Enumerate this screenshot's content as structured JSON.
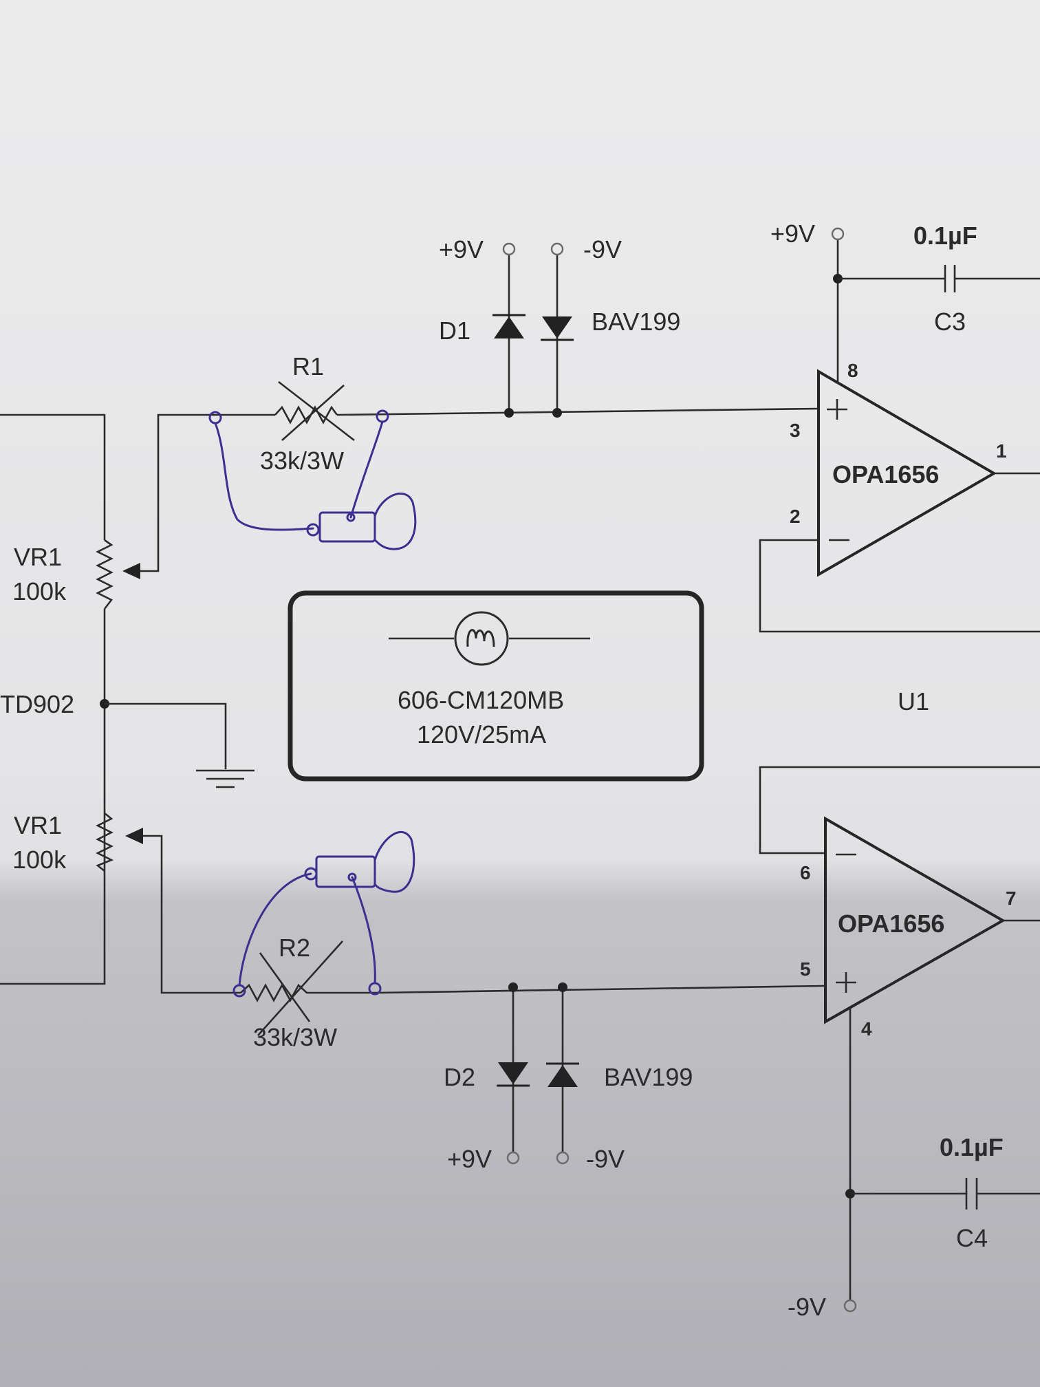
{
  "labels": {
    "top_pos_supply": "+9V",
    "top_neg_supply": "-9V",
    "d1_ref": "D1",
    "d1_part": "BAV199",
    "r1_ref": "R1",
    "r1_value": "33k/3W",
    "vr1_top_ref": "VR1",
    "vr1_top_value": "100k",
    "td902": "TD902",
    "vr1_bot_ref": "VR1",
    "vr1_bot_value": "100k",
    "r2_ref": "R2",
    "r2_value": "33k/3W",
    "d2_ref": "D2",
    "d2_part": "BAV199",
    "bot_pos_supply": "+9V",
    "bot_neg_supply": "-9V",
    "opamp_top_supply": "+9V",
    "c3_value": "0.1µF",
    "c3_ref": "C3",
    "opamp_a_part": "OPA1656",
    "opamp_b_part": "OPA1656",
    "u1_ref": "U1",
    "c4_value": "0.1µF",
    "c4_ref": "C4",
    "opamp_bot_supply": "-9V",
    "lamp_part": "606-CM120MB",
    "lamp_rating": "120V/25mA"
  },
  "pins": {
    "a_plus": "3",
    "a_minus": "2",
    "a_out": "1",
    "a_vcc": "8",
    "b_minus": "6",
    "b_plus": "5",
    "b_out": "7",
    "b_vee": "4"
  },
  "colors": {
    "ink": "#3b2f8f",
    "wire": "#2b2b2b"
  }
}
